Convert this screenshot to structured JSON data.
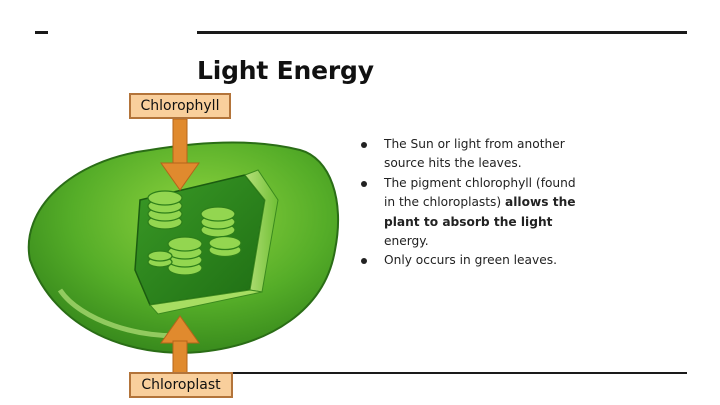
{
  "slide": {
    "title": "Light Energy",
    "callout_top": "Chlorophyll",
    "callout_bottom": "Chloroplast",
    "bullets": [
      {
        "text": "The Sun or light from another source hits the leaves."
      },
      {
        "text_plain": "The pigment chlorophyll (found in the chloroplasts) ",
        "text_bold": "allows the plant to absorb the light",
        "text_tail": " energy."
      },
      {
        "text": "Only occurs in green leaves."
      }
    ]
  },
  "colors": {
    "callout_fill": "#f9cf9c",
    "callout_border": "#b3743a",
    "arrow": "#e08a2e",
    "leaf_dark": "#2f8a1e",
    "leaf_light": "#7cc93a",
    "thylakoid": "#8fd24a"
  },
  "icons": [
    "down-arrow-icon",
    "up-arrow-icon"
  ]
}
